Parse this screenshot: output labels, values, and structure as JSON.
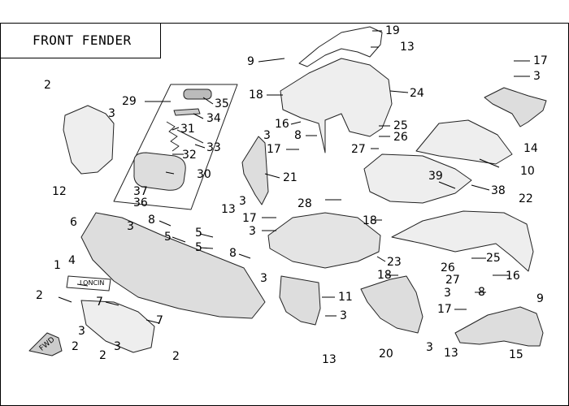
{
  "title": "FRONT FENDER",
  "brand_label": "LONCIN",
  "fwd_label": "FWD",
  "callouts": [
    {
      "id": "c19",
      "text": "19"
    },
    {
      "id": "c13a",
      "text": "13"
    },
    {
      "id": "c9a",
      "text": "9"
    },
    {
      "id": "c24",
      "text": "24"
    },
    {
      "id": "c18a",
      "text": "18"
    },
    {
      "id": "c17a",
      "text": "17"
    },
    {
      "id": "c3a",
      "text": "3"
    },
    {
      "id": "c2a",
      "text": "2"
    },
    {
      "id": "c29",
      "text": "29"
    },
    {
      "id": "c35",
      "text": "35"
    },
    {
      "id": "c3b",
      "text": "3"
    },
    {
      "id": "c34",
      "text": "34"
    },
    {
      "id": "c16a",
      "text": "16"
    },
    {
      "id": "c3c",
      "text": "3"
    },
    {
      "id": "c8a",
      "text": "8"
    },
    {
      "id": "c25a",
      "text": "25"
    },
    {
      "id": "c26a",
      "text": "26"
    },
    {
      "id": "c31",
      "text": "31"
    },
    {
      "id": "c33",
      "text": "33"
    },
    {
      "id": "c17b",
      "text": "17"
    },
    {
      "id": "c27a",
      "text": "27"
    },
    {
      "id": "c14",
      "text": "14"
    },
    {
      "id": "c32",
      "text": "32"
    },
    {
      "id": "c10",
      "text": "10"
    },
    {
      "id": "c30",
      "text": "30"
    },
    {
      "id": "c12",
      "text": "12"
    },
    {
      "id": "c21",
      "text": "21"
    },
    {
      "id": "c39",
      "text": "39"
    },
    {
      "id": "c37",
      "text": "37"
    },
    {
      "id": "c38",
      "text": "38"
    },
    {
      "id": "c36",
      "text": "36"
    },
    {
      "id": "c3d",
      "text": "3"
    },
    {
      "id": "c13b",
      "text": "13"
    },
    {
      "id": "c28",
      "text": "28"
    },
    {
      "id": "c22",
      "text": "22"
    },
    {
      "id": "c17c",
      "text": "17"
    },
    {
      "id": "c18b",
      "text": "18"
    },
    {
      "id": "c6",
      "text": "6"
    },
    {
      "id": "c8b",
      "text": "8"
    },
    {
      "id": "c3e",
      "text": "3"
    },
    {
      "id": "c3f",
      "text": "3"
    },
    {
      "id": "c5a",
      "text": "5"
    },
    {
      "id": "c5b",
      "text": "5"
    },
    {
      "id": "c5c",
      "text": "5"
    },
    {
      "id": "c23",
      "text": "23"
    },
    {
      "id": "c25b",
      "text": "25"
    },
    {
      "id": "c8c",
      "text": "8"
    },
    {
      "id": "c26b",
      "text": "26"
    },
    {
      "id": "c27b",
      "text": "27"
    },
    {
      "id": "c18c",
      "text": "18"
    },
    {
      "id": "c16b",
      "text": "16"
    },
    {
      "id": "c1",
      "text": "1"
    },
    {
      "id": "c4",
      "text": "4"
    },
    {
      "id": "c3g",
      "text": "3"
    },
    {
      "id": "c9b",
      "text": "9"
    },
    {
      "id": "c11",
      "text": "11"
    },
    {
      "id": "c3h",
      "text": "3"
    },
    {
      "id": "c8d",
      "text": "8"
    },
    {
      "id": "c2b",
      "text": "2"
    },
    {
      "id": "c7a",
      "text": "7"
    },
    {
      "id": "c17d",
      "text": "17"
    },
    {
      "id": "c3i",
      "text": "3"
    },
    {
      "id": "c7b",
      "text": "7"
    },
    {
      "id": "c3j",
      "text": "3"
    },
    {
      "id": "c3k",
      "text": "3"
    },
    {
      "id": "c13c",
      "text": "13"
    },
    {
      "id": "c2c",
      "text": "2"
    },
    {
      "id": "c3l",
      "text": "3"
    },
    {
      "id": "c2d",
      "text": "2"
    },
    {
      "id": "c2e",
      "text": "2"
    },
    {
      "id": "c13d",
      "text": "13"
    },
    {
      "id": "c20",
      "text": "20"
    },
    {
      "id": "c15",
      "text": "15"
    }
  ]
}
